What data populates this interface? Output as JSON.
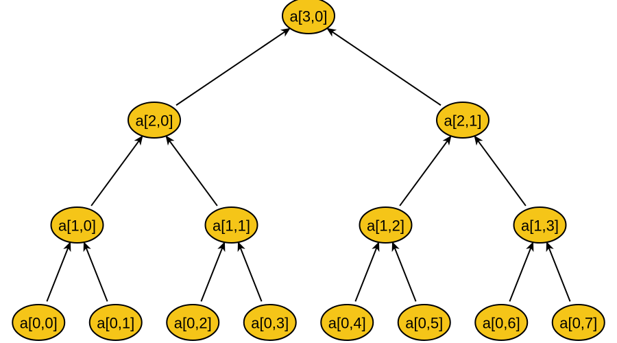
{
  "diagram": {
    "node_color": "#f5c518",
    "edge_color": "#000000",
    "levels": [
      {
        "level": 3,
        "nodes": [
          "a[3,0]"
        ]
      },
      {
        "level": 2,
        "nodes": [
          "a[2,0]",
          "a[2,1]"
        ]
      },
      {
        "level": 1,
        "nodes": [
          "a[1,0]",
          "a[1,1]",
          "a[1,2]",
          "a[1,3]"
        ]
      },
      {
        "level": 0,
        "nodes": [
          "a[0,0]",
          "a[0,1]",
          "a[0,2]",
          "a[0,3]",
          "a[0,4]",
          "a[0,5]",
          "a[0,6]",
          "a[0,7]"
        ]
      }
    ],
    "edges": [
      {
        "from": "a[2,0]",
        "to": "a[3,0]"
      },
      {
        "from": "a[2,1]",
        "to": "a[3,0]"
      },
      {
        "from": "a[1,0]",
        "to": "a[2,0]"
      },
      {
        "from": "a[1,1]",
        "to": "a[2,0]"
      },
      {
        "from": "a[1,2]",
        "to": "a[2,1]"
      },
      {
        "from": "a[1,3]",
        "to": "a[2,1]"
      },
      {
        "from": "a[0,0]",
        "to": "a[1,0]"
      },
      {
        "from": "a[0,1]",
        "to": "a[1,0]"
      },
      {
        "from": "a[0,2]",
        "to": "a[1,1]"
      },
      {
        "from": "a[0,3]",
        "to": "a[1,1]"
      },
      {
        "from": "a[0,4]",
        "to": "a[1,2]"
      },
      {
        "from": "a[0,5]",
        "to": "a[1,2]"
      },
      {
        "from": "a[0,6]",
        "to": "a[1,3]"
      },
      {
        "from": "a[0,7]",
        "to": "a[1,3]"
      }
    ]
  }
}
